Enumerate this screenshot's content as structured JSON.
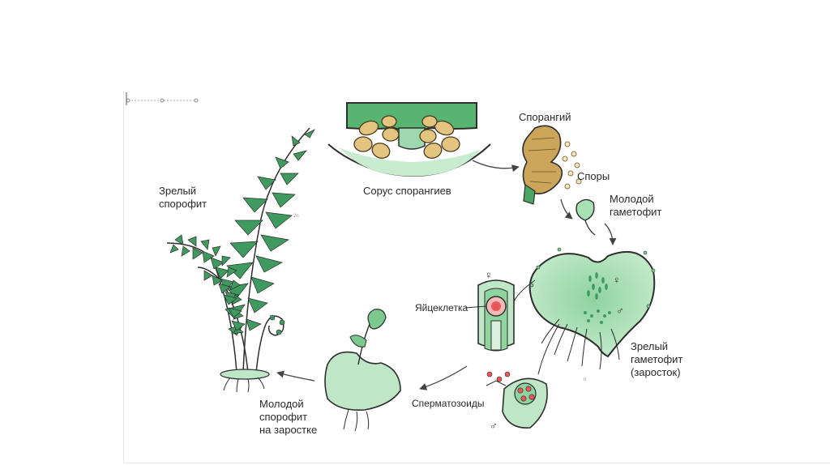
{
  "labels": {
    "sorus": "Сорус спорангиев",
    "sporangium": "Спорангий",
    "spores": "Споры",
    "young_gametophyte_1": "Молодой",
    "young_gametophyte_2": "гаметофит",
    "mature_gametophyte_1": "Зрелый",
    "mature_gametophyte_2": "гаметофит",
    "mature_gametophyte_3": "(заросток)",
    "egg": "Яйцеклетка",
    "sperm": "Сперматозоиды",
    "young_sporophyte_1": "Молодой",
    "young_sporophyte_2": "спорофит",
    "young_sporophyte_3": "на заростке",
    "mature_sporophyte_1": "Зрелый",
    "mature_sporophyte_2": "спорофит",
    "ploidy_2n": "2n",
    "ploidy_n": "n",
    "female_symbol": "♀",
    "male_symbol": "♂"
  },
  "colors": {
    "leaf_green": "#3f9a60",
    "light_green": "#bfe6c6",
    "mid_green": "#7cc98f",
    "outline": "#2e2e2e",
    "sporangium_fill": "#d8b56a",
    "egg_red": "#e8585a",
    "frond_dark": "#3b3b55"
  }
}
